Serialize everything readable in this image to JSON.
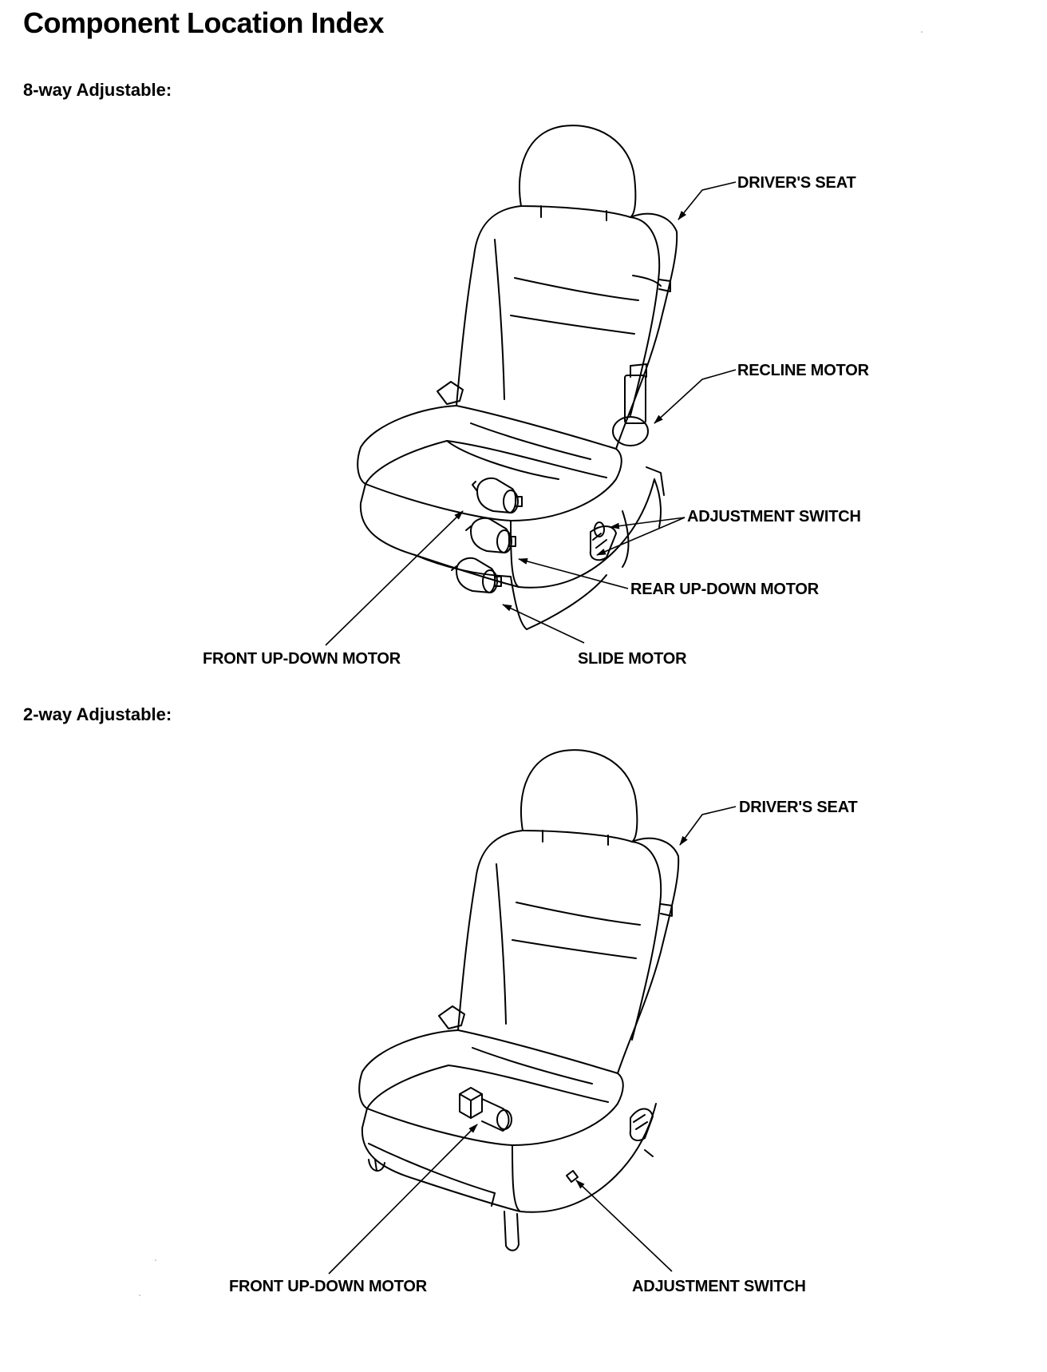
{
  "page": {
    "title": "Component Location Index"
  },
  "sections": [
    {
      "heading": "8-way Adjustable:",
      "labels": {
        "drivers_seat": "DRIVER'S SEAT",
        "recline_motor": "RECLINE MOTOR",
        "adjustment_switch": "ADJUSTMENT SWITCH",
        "rear_up_down_motor": "REAR UP-DOWN MOTOR",
        "front_up_down_motor": "FRONT UP-DOWN MOTOR",
        "slide_motor": "SLIDE MOTOR"
      }
    },
    {
      "heading": "2-way Adjustable:",
      "labels": {
        "drivers_seat": "DRIVER'S SEAT",
        "front_up_down_motor": "FRONT UP-DOWN MOTOR",
        "adjustment_switch": "ADJUSTMENT SWITCH"
      }
    }
  ]
}
